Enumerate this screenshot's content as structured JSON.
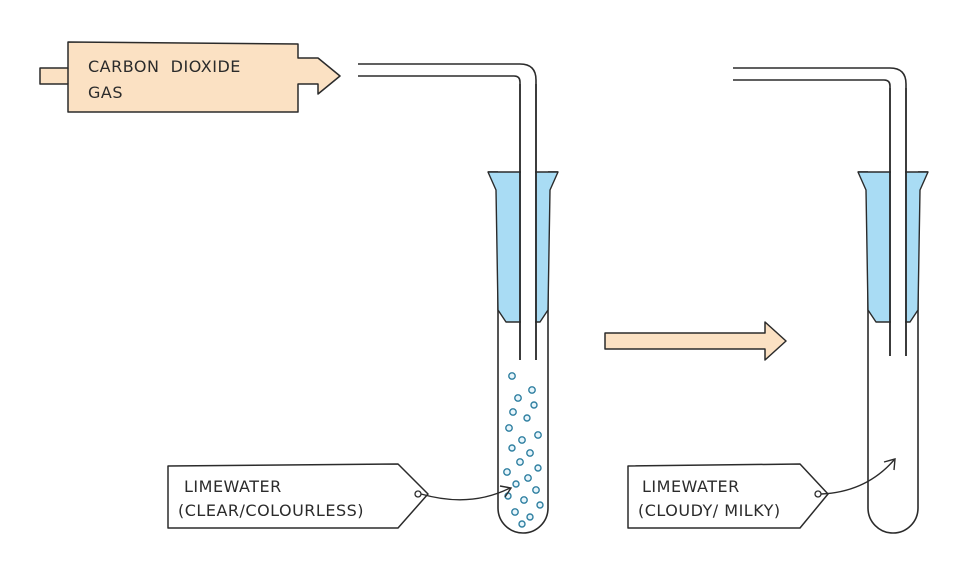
{
  "gas_arrow": {
    "line1": "CARBON  DIOXIDE",
    "line2": "GAS"
  },
  "label_before": {
    "line1": "LIMEWATER",
    "line2": "(CLEAR/COLOURLESS)"
  },
  "label_after": {
    "line1": "LIMEWATER",
    "line2": "(CLOUDY/ MILKY)"
  },
  "colors": {
    "arrow_fill": "#fbe1c3",
    "stopper_fill": "#a9dcf4",
    "outline": "#2b2b2b",
    "bubble_stroke": "#2f7fa0",
    "bubble_fill": "#e8f6fc"
  }
}
